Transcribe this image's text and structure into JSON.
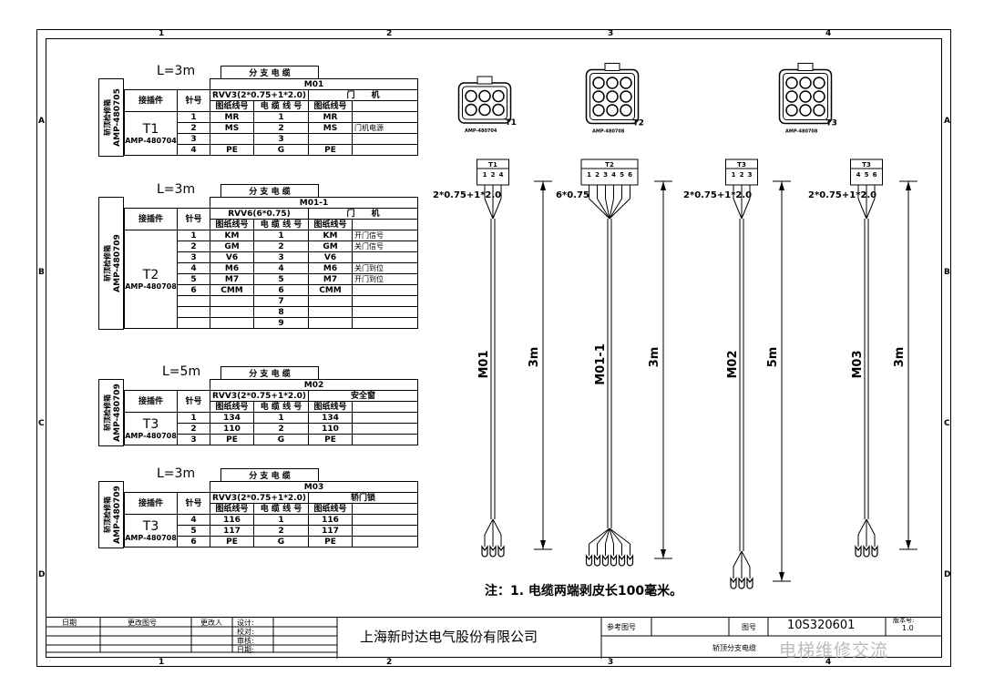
{
  "zones": {
    "cols": [
      "1",
      "2",
      "3",
      "4"
    ],
    "rows": [
      "A",
      "B",
      "C",
      "D"
    ]
  },
  "tables": [
    {
      "length": "L=3m",
      "title": "分 支 电 缆",
      "code": "M01",
      "vert_label_1": "轿顶检修箱",
      "vert_label_2": "AMP-480705",
      "h_connector": "接插件",
      "h_pin": "针号",
      "cable_spec": "RVV3(2*0.75+1*2.0)",
      "h_dest": "门　　机",
      "sub_h1": "图纸线号",
      "sub_h2": "电 缆 线 号",
      "sub_h3": "图纸线号",
      "connector": "T1",
      "connector_model": "AMP-480704",
      "rows": [
        {
          "pin": "1",
          "a": "MR",
          "b": "1",
          "c": "MR",
          "d": ""
        },
        {
          "pin": "2",
          "a": "MS",
          "b": "2",
          "c": "MS",
          "d": "门机电源"
        },
        {
          "pin": "3",
          "a": "",
          "b": "3",
          "c": "",
          "d": ""
        },
        {
          "pin": "4",
          "a": "PE",
          "b": "G",
          "c": "PE",
          "d": ""
        }
      ]
    },
    {
      "length": "L=3m",
      "title": "分 支 电 缆",
      "code": "M01-1",
      "vert_label_1": "轿顶检修箱",
      "vert_label_2": "AMP-480709",
      "h_connector": "接插件",
      "h_pin": "针号",
      "cable_spec": "RVV6(6*0.75)",
      "h_dest": "门　　机",
      "sub_h1": "图纸线号",
      "sub_h2": "电 缆 线 号",
      "sub_h3": "图纸线号",
      "connector": "T2",
      "connector_model": "AMP-480708",
      "rows": [
        {
          "pin": "1",
          "a": "KM",
          "b": "1",
          "c": "KM",
          "d": "开门信号"
        },
        {
          "pin": "2",
          "a": "GM",
          "b": "2",
          "c": "GM",
          "d": "关门信号"
        },
        {
          "pin": "3",
          "a": "V6",
          "b": "3",
          "c": "V6",
          "d": ""
        },
        {
          "pin": "4",
          "a": "M6",
          "b": "4",
          "c": "M6",
          "d": "关门到位"
        },
        {
          "pin": "5",
          "a": "M7",
          "b": "5",
          "c": "M7",
          "d": "开门到位"
        },
        {
          "pin": "6",
          "a": "CMM",
          "b": "6",
          "c": "CMM",
          "d": ""
        },
        {
          "pin": "",
          "a": "",
          "b": "7",
          "c": "",
          "d": ""
        },
        {
          "pin": "",
          "a": "",
          "b": "8",
          "c": "",
          "d": ""
        },
        {
          "pin": "",
          "a": "",
          "b": "9",
          "c": "",
          "d": ""
        }
      ]
    },
    {
      "length": "L=5m",
      "title": "分 支 电 缆",
      "code": "M02",
      "vert_label_1": "轿顶检修箱",
      "vert_label_2": "AMP-480709",
      "h_connector": "接插件",
      "h_pin": "针号",
      "cable_spec": "RVV3(2*0.75+1*2.0)",
      "h_dest": "安全窗",
      "sub_h1": "图纸线号",
      "sub_h2": "电 缆 线 号",
      "sub_h3": "图纸线号",
      "connector": "T3",
      "connector_model": "AMP-480708",
      "rows": [
        {
          "pin": "1",
          "a": "134",
          "b": "1",
          "c": "134",
          "d": ""
        },
        {
          "pin": "2",
          "a": "110",
          "b": "2",
          "c": "110",
          "d": ""
        },
        {
          "pin": "3",
          "a": "PE",
          "b": "G",
          "c": "PE",
          "d": ""
        }
      ]
    },
    {
      "length": "L=3m",
      "title": "分 支 电 缆",
      "code": "M03",
      "vert_label_1": "轿顶检修箱",
      "vert_label_2": "AMP-480709",
      "h_connector": "接插件",
      "h_pin": "针号",
      "cable_spec": "RVV3(2*0.75+1*2.0)",
      "h_dest": "轿门锁",
      "sub_h1": "图纸线号",
      "sub_h2": "电 缆 线 号",
      "sub_h3": "图纸线号",
      "connector": "T3",
      "connector_model": "AMP-480708",
      "rows": [
        {
          "pin": "4",
          "a": "116",
          "b": "1",
          "c": "116",
          "d": ""
        },
        {
          "pin": "5",
          "a": "117",
          "b": "2",
          "c": "117",
          "d": ""
        },
        {
          "pin": "6",
          "a": "PE",
          "b": "G",
          "c": "PE",
          "d": ""
        }
      ]
    }
  ],
  "connectors": [
    {
      "label": "T1",
      "model": "AMP-480704"
    },
    {
      "label": "T2",
      "model": "AMP-480708"
    },
    {
      "label": "T3",
      "model": "AMP-480708"
    }
  ],
  "cables": [
    {
      "head": "T1",
      "spec": "2*0.75+1*2.0",
      "name": "M01",
      "length": "3m",
      "pins": [
        "1",
        "2",
        "4"
      ]
    },
    {
      "head": "T2",
      "spec": "6*0.75",
      "name": "M01-1",
      "length": "3m",
      "pins": [
        "1",
        "2",
        "3",
        "4",
        "5",
        "6"
      ]
    },
    {
      "head": "T3",
      "spec": "2*0.75+1*2.0",
      "name": "M02",
      "length": "5m",
      "pins": [
        "1",
        "2",
        "3"
      ]
    },
    {
      "head": "T3",
      "spec": "2*0.75+1*2.0",
      "name": "M03",
      "length": "3m",
      "pins": [
        "4",
        "5",
        "6"
      ]
    }
  ],
  "note": "注：1. 电缆两端剥皮长100毫米。",
  "title_block": {
    "date_label": "日期",
    "change_no_label": "更改图号",
    "changer_label": "更改人",
    "design_label": "设计:",
    "check_label": "校对:",
    "review_label": "审核:",
    "date2_label": "日期:",
    "company": "上海新时达电气股份有限公司",
    "ref_label": "参考图号",
    "drawing_no_label": "图号",
    "drawing_no": "10S320601",
    "version_label": "版本号:",
    "version": "1.0",
    "drawing_name": "轿顶分支电缆"
  },
  "watermark": "电梯维修交流"
}
